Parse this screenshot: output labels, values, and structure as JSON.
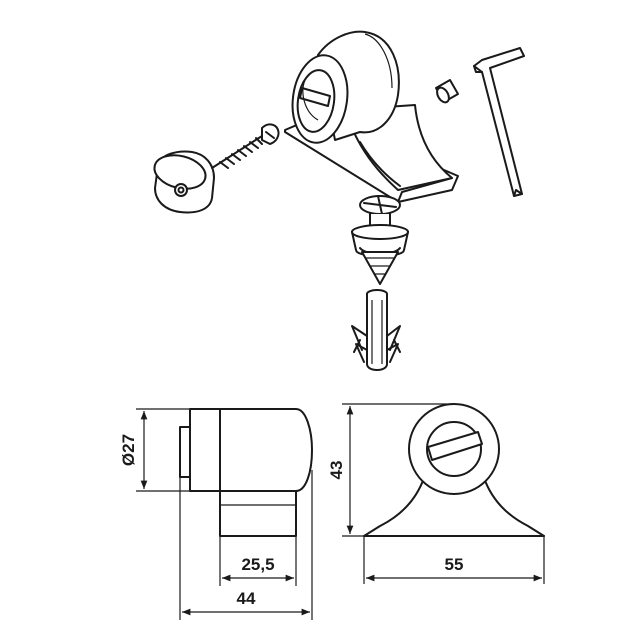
{
  "dimensions": {
    "diameter": "Ø27",
    "base_depth": "25,5",
    "overall_depth": "44",
    "height": "43",
    "base_width": "55"
  }
}
